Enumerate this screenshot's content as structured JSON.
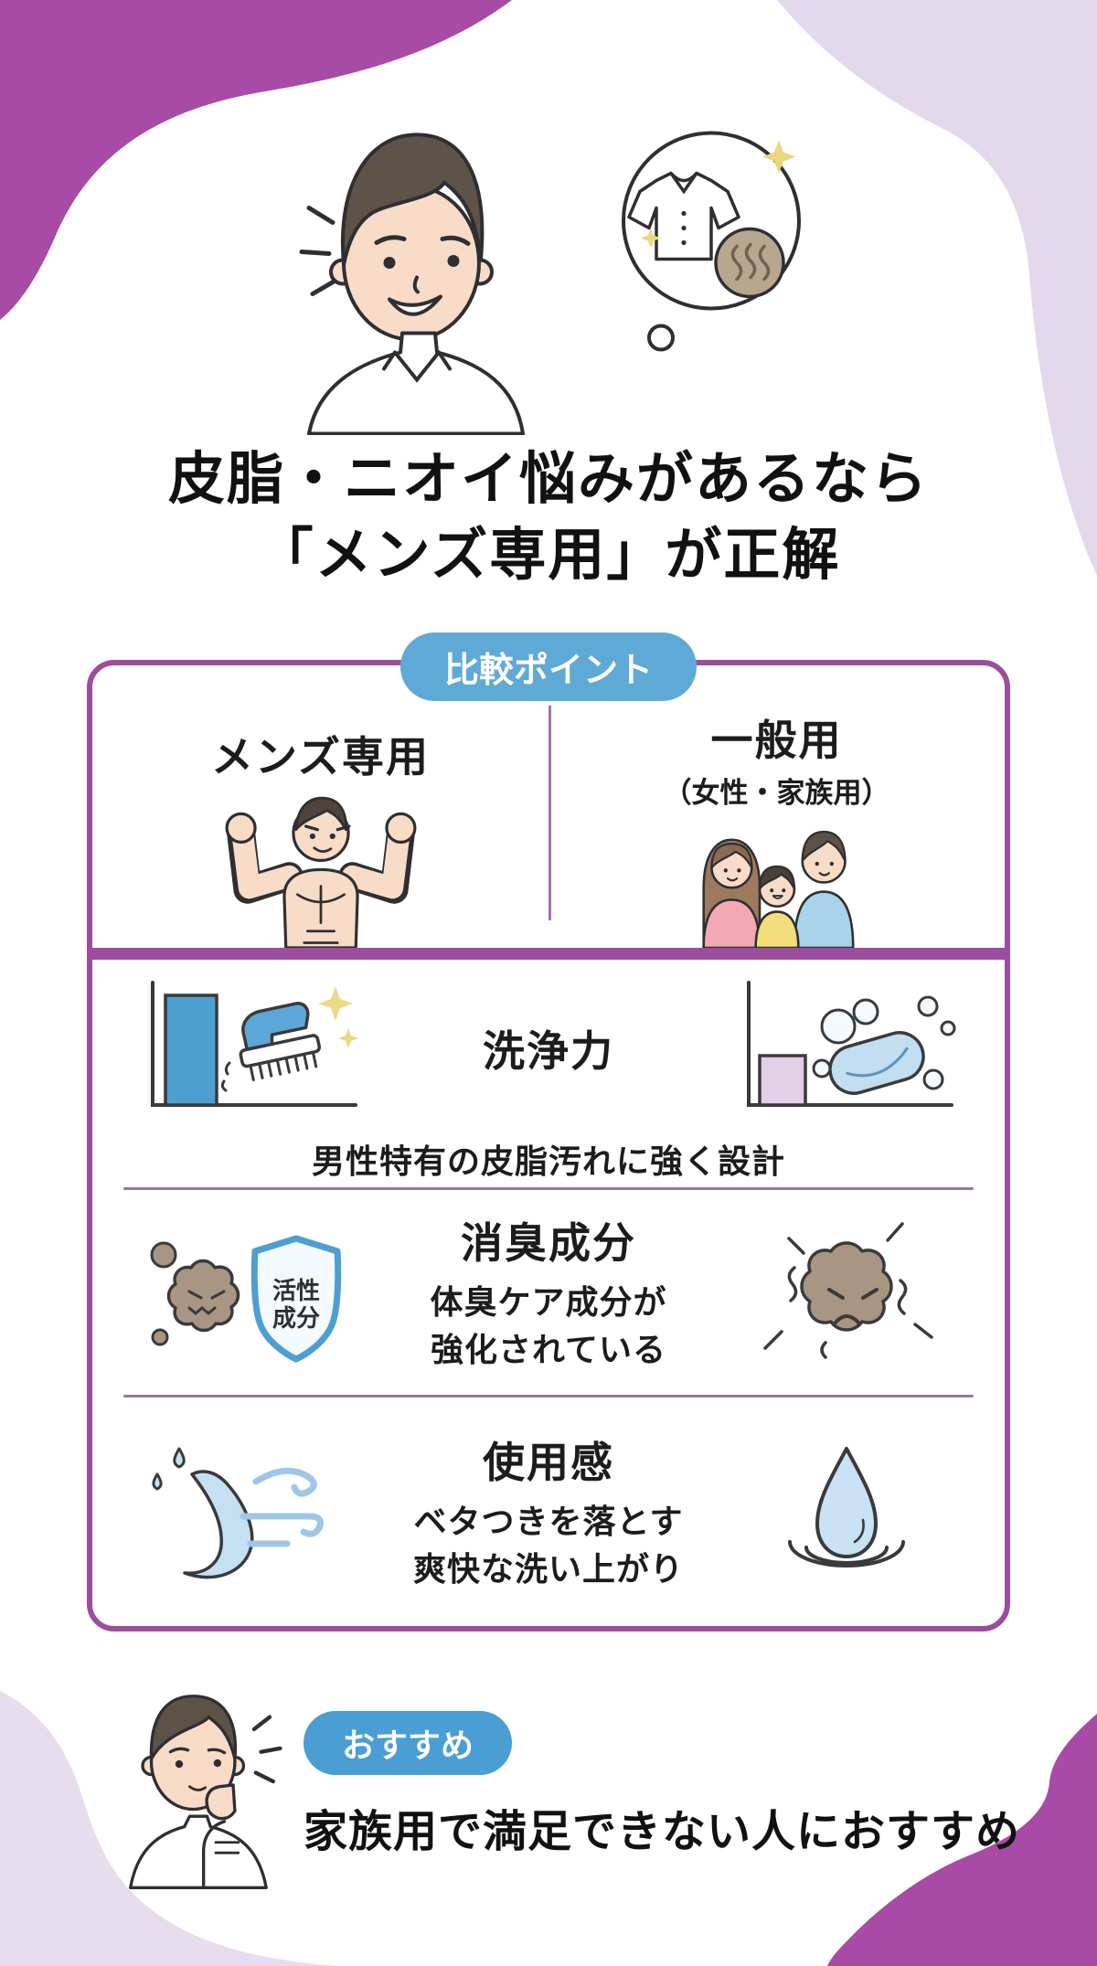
{
  "title": {
    "line1": "皮脂・ニオイ悩みがあるなら",
    "line2": "「メンズ専用」が正解"
  },
  "hero": {
    "icon": "man-with-thought-bubble-clean-shirt-odor-illustration"
  },
  "comparison": {
    "badge_label": "比較ポイント",
    "left_column": {
      "label": "メンズ専用",
      "icon": "muscular-man-illustration"
    },
    "right_column": {
      "label": "一般用",
      "sublabel": "（女性・家族用）",
      "icon": "family-illustration"
    },
    "rows": [
      {
        "title": "洗浄力",
        "caption": "男性特有の皮脂汚れに強く設計",
        "left_icon": "tall-bar-scrub-brush-sparkle-icon",
        "right_icon": "short-bar-soap-bubbles-icon"
      },
      {
        "title": "消臭成分",
        "caption_line1": "体臭ケア成分が",
        "caption_line2": "強化されている",
        "left_icon": "shield-blocking-odor-germs-icon",
        "right_icon": "angry-odor-germ-icon",
        "shield_text_line1": "活性",
        "shield_text_line2": "成分"
      },
      {
        "title": "使用感",
        "caption_line1": "ベタつきを落とす",
        "caption_line2": "爽快な洗い上がり",
        "left_icon": "water-splash-breeze-icon",
        "right_icon": "water-drop-ripple-icon"
      }
    ]
  },
  "recommendation": {
    "badge_label": "おすすめ",
    "text": "家族用で満足できない人におすすめ",
    "icon": "thinking-man-illustration"
  },
  "colors": {
    "accent_purple": "#9C4E9E",
    "blob_dark_purple": "#A74BA7",
    "blob_light_lavender": "#E3D8EC",
    "badge_blue": "#5FA9D6",
    "rec_badge_blue": "#4A9ED3",
    "bar_blue": "#4D9FD0",
    "bar_lavender": "#E2D0E6",
    "germ_brown": "#A99583",
    "text_black": "#111111"
  }
}
